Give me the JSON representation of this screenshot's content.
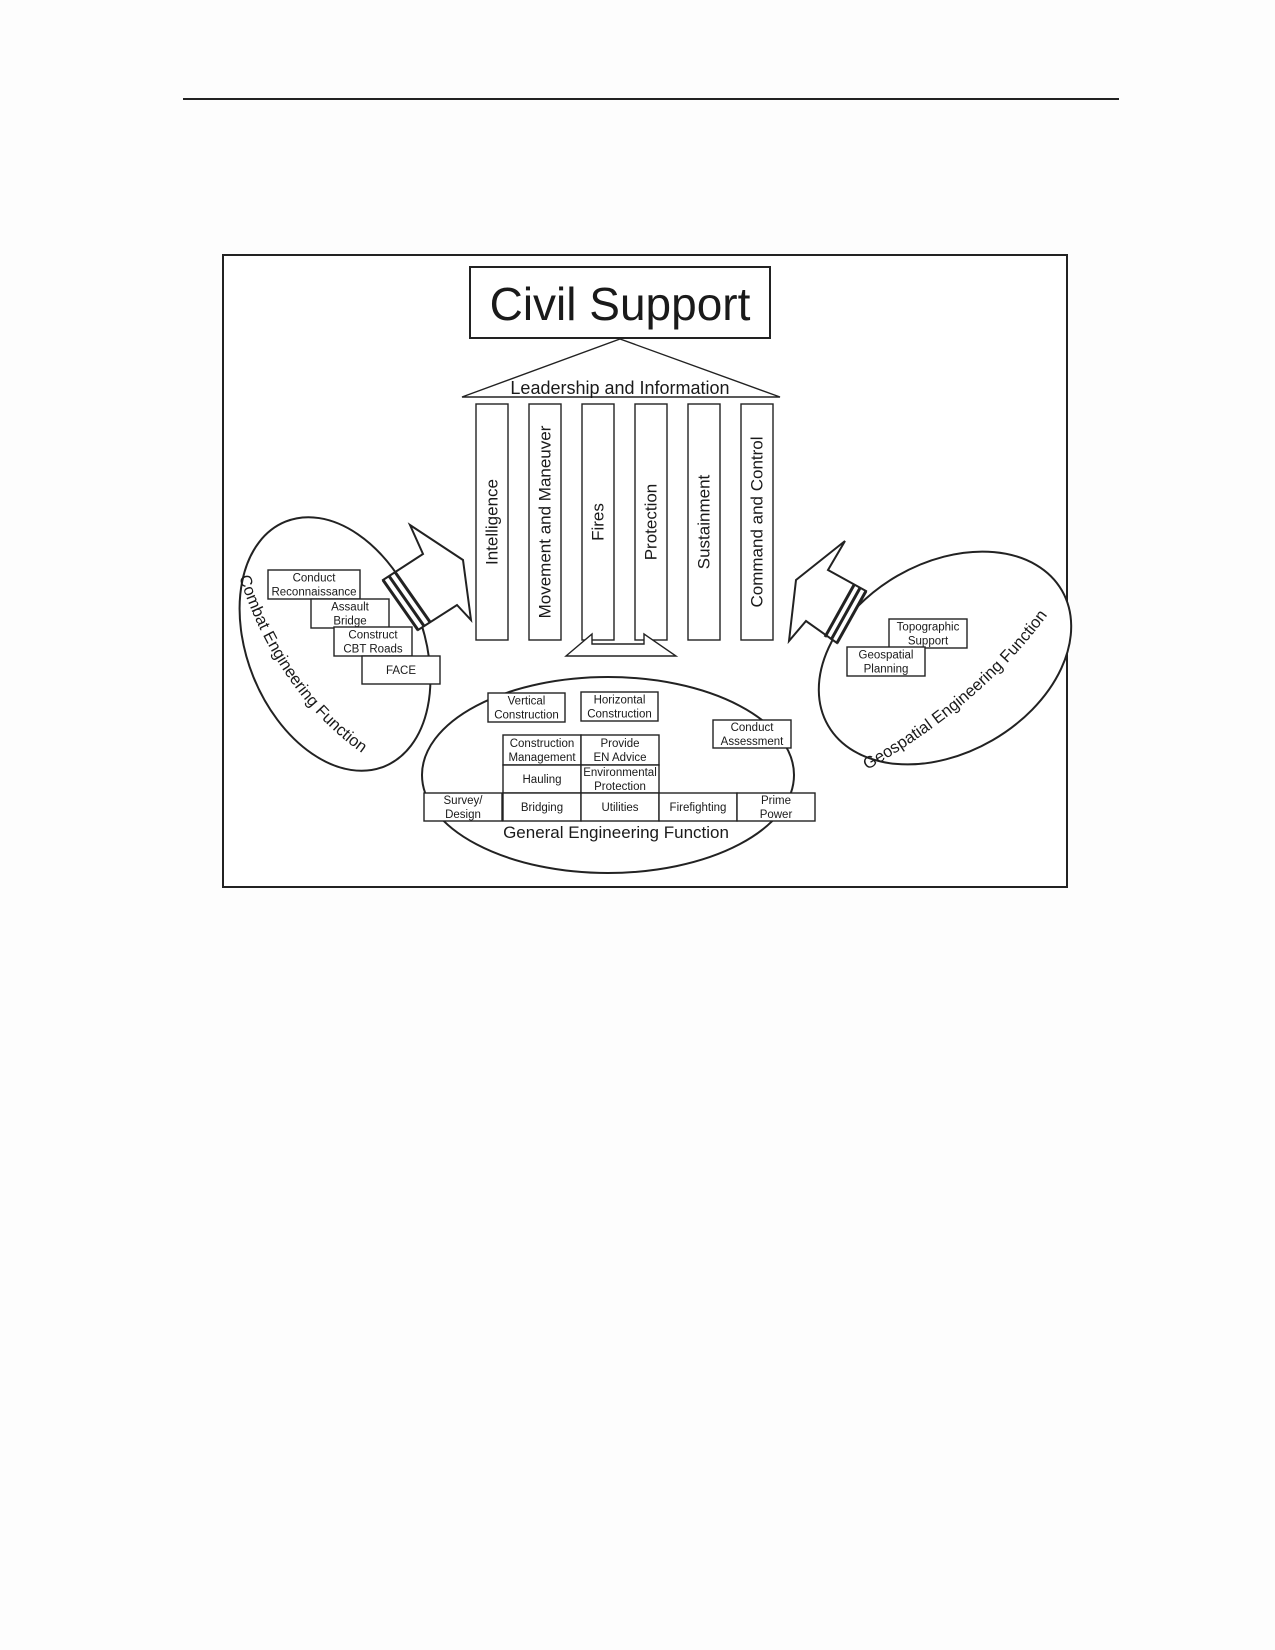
{
  "diagram": {
    "title": "Civil Support",
    "roof_label": "Leadership and Information",
    "pillars": [
      "Intelligence",
      "Movement and Maneuver",
      "Fires",
      "Protection",
      "Sustainment",
      "Command and Control"
    ],
    "combat": {
      "label": "Combat Engineering Function",
      "boxes": [
        {
          "lines": [
            "Conduct",
            "Reconnaissance"
          ]
        },
        {
          "lines": [
            "Assault",
            "Bridge"
          ]
        },
        {
          "lines": [
            "Construct",
            "CBT Roads"
          ]
        },
        {
          "lines": [
            "FACE"
          ]
        }
      ]
    },
    "geospatial": {
      "label": "Geospatial Engineering Function",
      "boxes": [
        {
          "lines": [
            "Topographic",
            "Support"
          ]
        },
        {
          "lines": [
            "Geospatial",
            "Planning"
          ]
        }
      ]
    },
    "general": {
      "label": "General Engineering Function",
      "boxes": [
        {
          "lines": [
            "Vertical",
            "Construction"
          ]
        },
        {
          "lines": [
            "Horizontal",
            "Construction"
          ]
        },
        {
          "lines": [
            "Conduct",
            "Assessment"
          ]
        },
        {
          "lines": [
            "Construction",
            "Management"
          ]
        },
        {
          "lines": [
            "Provide",
            "EN Advice"
          ]
        },
        {
          "lines": [
            "Hauling"
          ]
        },
        {
          "lines": [
            "Environmental",
            "Protection"
          ]
        },
        {
          "lines": [
            "Survey/",
            "Design"
          ]
        },
        {
          "lines": [
            "Bridging"
          ]
        },
        {
          "lines": [
            "Utilities"
          ]
        },
        {
          "lines": [
            "Firefighting"
          ]
        },
        {
          "lines": [
            "Prime",
            "Power"
          ]
        }
      ]
    }
  }
}
